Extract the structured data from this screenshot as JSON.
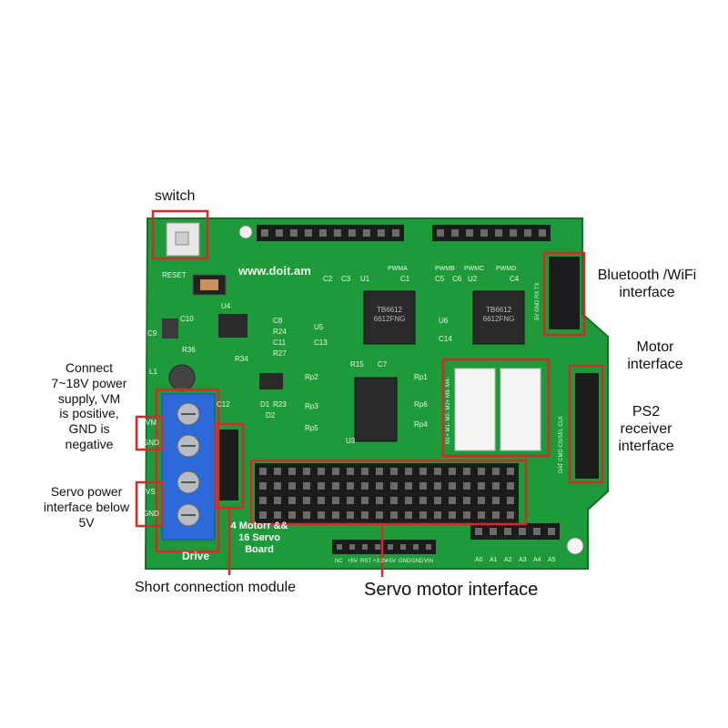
{
  "labels": {
    "switch": "switch",
    "bluetooth": [
      "Bluetooth /WiFi",
      "interface"
    ],
    "motor": [
      "Motor",
      "interface"
    ],
    "ps2": [
      "PS2",
      "receiver",
      "interface"
    ],
    "power": [
      "Connect",
      "7~18V power",
      "supply, VM",
      "is positive,",
      "GND is",
      "negative"
    ],
    "servo_power": [
      "Servo power",
      "interface below",
      "5V"
    ],
    "short_module": "Short connection module",
    "servo_motor": "Servo motor interface"
  },
  "board": {
    "website": "www.doit.am",
    "name_lines": [
      "4 Motorr &&",
      "16 Servo",
      "Board"
    ],
    "drive": "Drive",
    "reset": "RESET",
    "chip1": [
      "TB6612",
      "6612FNG"
    ],
    "chip2": [
      "TB6612",
      "6612FNG"
    ],
    "pwm_labels": [
      "PWMA",
      "PWMB",
      "PWMC",
      "PWMD"
    ],
    "components": [
      "C2",
      "C3",
      "U1",
      "C1",
      "C5",
      "C6",
      "U2",
      "C4",
      "U4",
      "C10",
      "C9",
      "C8",
      "R24",
      "C11",
      "R27",
      "R36",
      "R34",
      "U5",
      "C13",
      "U6",
      "C14",
      "L1",
      "C12",
      "D1",
      "R23",
      "D2",
      "R15",
      "C7",
      "Rp2",
      "Rp3",
      "Rp5",
      "Rp1",
      "Rp6",
      "Rp4",
      "U3"
    ],
    "terminal_labels": [
      "VM",
      "GND",
      "VS",
      "GND"
    ],
    "bt_pins": "5V GND RX TX",
    "ps2_pins": "DAT CMD CS/SEL CLK",
    "motor_pins": "M1+ M1- M2- M2+ M3- M4-",
    "analog_pins": [
      "A0",
      "A1",
      "A2",
      "A3",
      "A4",
      "A5"
    ],
    "power_pins": [
      "NC",
      "+5V",
      "RST",
      "+3.3V",
      "+5V",
      "GND",
      "GND",
      "VIN"
    ]
  },
  "colors": {
    "pcb": "#1f9a3a",
    "pcb_dark": "#177a2d",
    "highlight": "#d42a2a",
    "terminal": "#2d6ad9",
    "header": "#1c1c1c",
    "chip": "#2a2a2a"
  }
}
